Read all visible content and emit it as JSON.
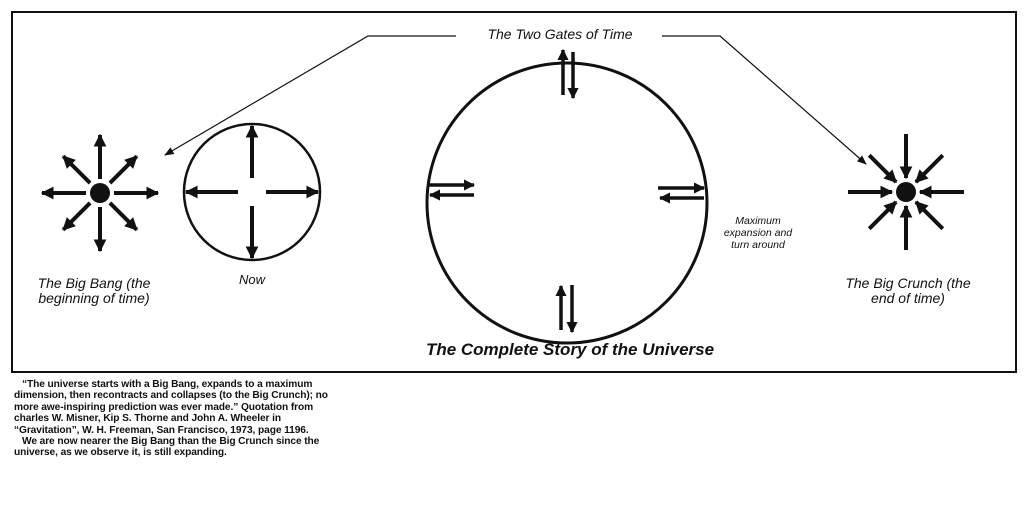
{
  "diagram": {
    "gates_label": "The Two Gates of Time",
    "big_bang_label": "The Big Bang (the beginning of time)",
    "now_label": "Now",
    "max_expansion_label": "Maximum expansion and turn around",
    "big_crunch_label": "The Big Crunch (the end of time)",
    "title": "The Complete Story of the Universe"
  },
  "caption": {
    "quote": "“The universe starts with a Big Bang, expands to a maximum dimension, then recontracts and collapses (to the Big Crunch); no more awe-inspiring prediction was ever made.” Quotation from charles W. Misner, Kip S. Thorne and John A. Wheeler in “Gravitation”, W. H. Freeman, San Francisco, 1973, page 1196.",
    "note": "We are now nearer the Big Bang than the Big Crunch since the universe, as we observe it, is still expanding."
  }
}
